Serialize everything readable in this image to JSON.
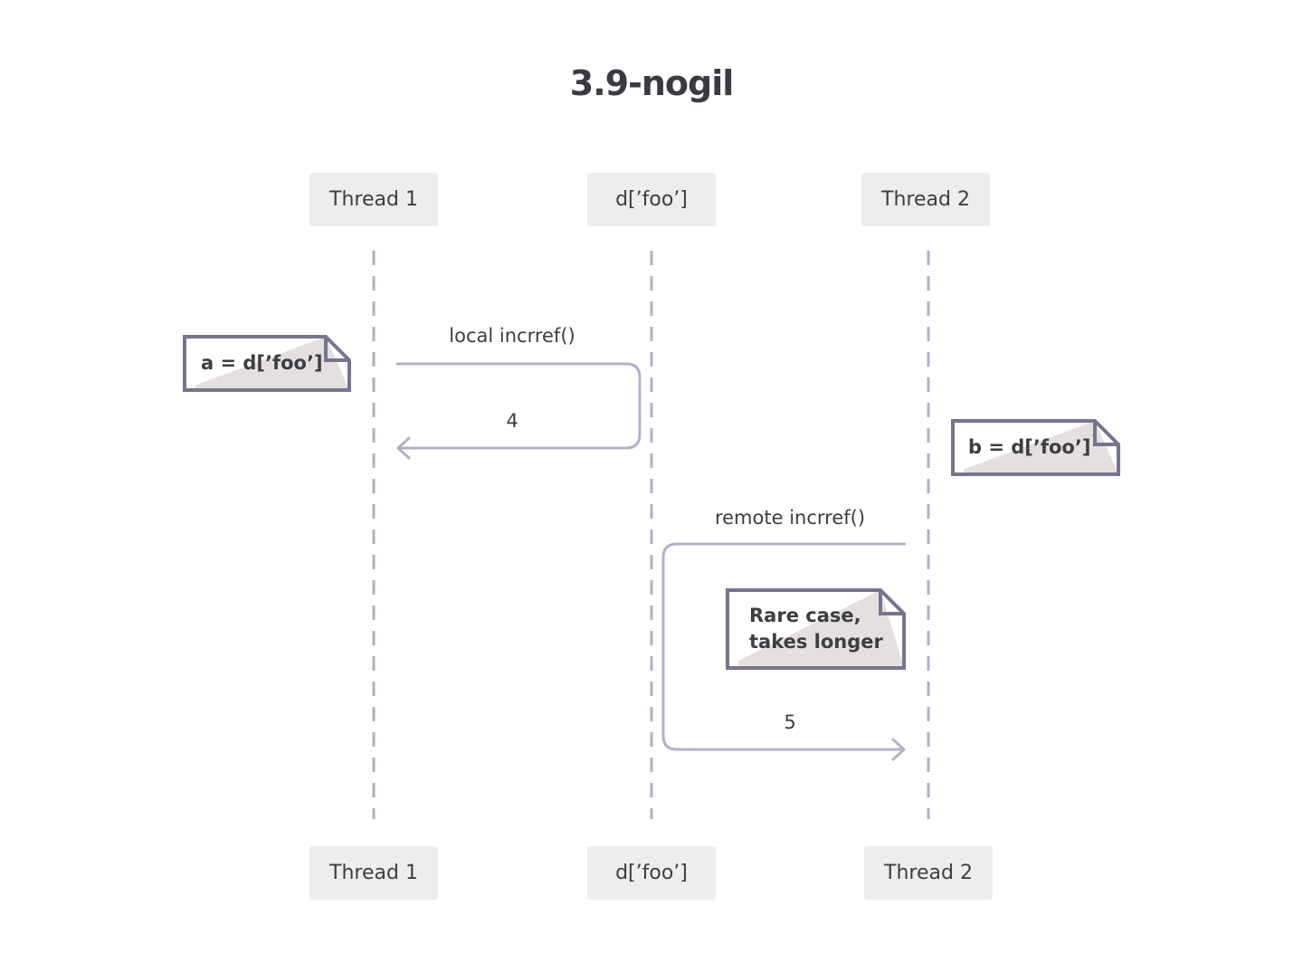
{
  "title": "3.9-nogil",
  "participants": {
    "thread1": "Thread 1",
    "dfoo": "d[’foo’]",
    "thread2": "Thread 2"
  },
  "messages": {
    "local_incref": "local incrref()",
    "return_4": "4",
    "remote_incref": "remote incrref()",
    "return_5": "5"
  },
  "notes": {
    "a_assign": "a = d[’foo’]",
    "b_assign": "b = d[’foo’]",
    "rare_line1": "Rare case,",
    "rare_line2": "takes longer"
  },
  "colors": {
    "lifeline": "#b3aec8",
    "arrow": "#b5b0c8",
    "note_border": "#77748e",
    "note_fold": "#e5e0e0",
    "actor_bg": "#eeedee"
  }
}
